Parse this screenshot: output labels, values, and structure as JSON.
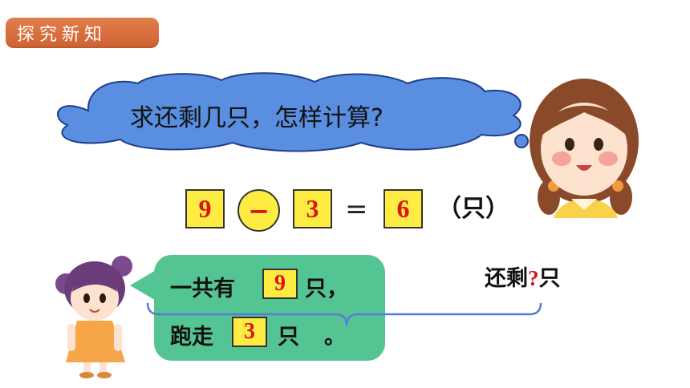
{
  "section_title": "探究新知",
  "thought_bubble": {
    "question": "求还剩几只，怎样计算?"
  },
  "equation": {
    "operand1": "9",
    "operator": "−",
    "operand2": "3",
    "equals": "=",
    "result": "6",
    "unit": "（只）"
  },
  "speech_bubble": {
    "line1_prefix": "一共有",
    "line1_value": "9",
    "line1_suffix": "只，",
    "line2_prefix": "跑走",
    "line2_value": "3",
    "line2_suffix": "只",
    "line2_end": "。"
  },
  "brace_label": {
    "prefix": "还剩",
    "question_mark": "?",
    "suffix": "只"
  },
  "colors": {
    "title_tab": "#d9693a",
    "cloud": "#5a8ee0",
    "answer_box": "#ffec42",
    "answer_text": "#d91414",
    "speech_bubble": "#55c493",
    "brace": "#5b7bd6"
  }
}
